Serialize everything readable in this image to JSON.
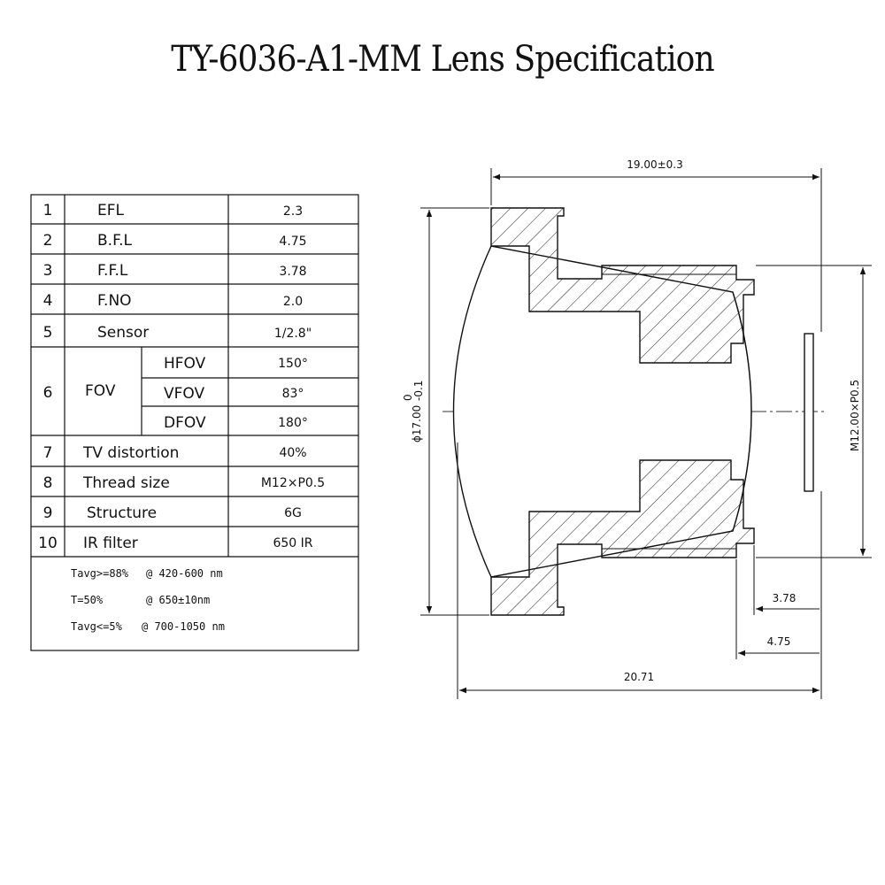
{
  "title": "TY-6036-A1-MM Lens Specification",
  "spec_table": {
    "rows": [
      {
        "no": "1",
        "param": "EFL",
        "value": "2.3"
      },
      {
        "no": "2",
        "param": "B.F.L",
        "value": "4.75"
      },
      {
        "no": "3",
        "param": "F.F.L",
        "value": "3.78"
      },
      {
        "no": "4",
        "param": "F.NO",
        "value": "2.0"
      },
      {
        "no": "5",
        "param": "Sensor",
        "value": "1/2.8\""
      },
      {
        "no": "6",
        "param": "FOV",
        "sub": [
          {
            "name": "HFOV",
            "value": "150°"
          },
          {
            "name": "VFOV",
            "value": "83°"
          },
          {
            "name": "DFOV",
            "value": "180°"
          }
        ]
      },
      {
        "no": "7",
        "param": "TV distortion",
        "value": "40%"
      },
      {
        "no": "8",
        "param": "Thread size",
        "value": "M12×P0.5"
      },
      {
        "no": "9",
        "param": "Structure",
        "value": "6G"
      },
      {
        "no": "10",
        "param": "IR filter",
        "value": "650 IR"
      }
    ],
    "notes": [
      {
        "left": "Tavg>=88%",
        "right": "@ 420-600 nm"
      },
      {
        "left": "T=50%",
        "right": "@ 650±10nm"
      },
      {
        "left": "Tavg<=5%",
        "right": "@ 700-1050 nm"
      }
    ]
  },
  "drawing": {
    "dim_width": "19.00±0.3",
    "dim_diameter": "ϕ17.00",
    "dim_diameter_tol_upper": "0",
    "dim_diameter_tol_lower": "-0.1",
    "dim_thread": "M12.00×P0.5",
    "dim_ffl": "3.78",
    "dim_bfl": "4.75",
    "dim_total": "20.71"
  }
}
